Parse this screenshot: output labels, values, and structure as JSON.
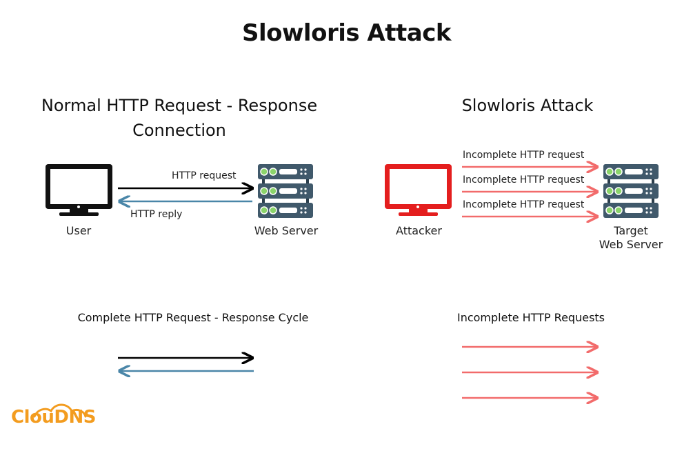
{
  "title": "Slowloris Attack",
  "left": {
    "heading_line1": "Normal HTTP Request - Response",
    "heading_line2": "Connection",
    "user_label": "User",
    "server_label": "Web Server",
    "request_label": "HTTP request",
    "reply_label": "HTTP reply",
    "legend_label": "Complete HTTP Request - Response Cycle"
  },
  "right": {
    "heading": "Slowloris Attack",
    "attacker_label": "Attacker",
    "target_line1": "Target",
    "target_line2": "Web Server",
    "requests": [
      "Incomplete HTTP request",
      "Incomplete HTTP request",
      "Incomplete HTTP request"
    ],
    "legend_label": "Incomplete HTTP Requests"
  },
  "logo": {
    "text": "ClouDNS"
  },
  "colors": {
    "request_arrow": "#000000",
    "reply_arrow": "#4a86a8",
    "attack_arrow": "#f26b6b",
    "attacker_monitor": "#e41e1e",
    "server_body": "#40596b",
    "server_led": "#8bd46b",
    "logo": "#f39c1f"
  }
}
